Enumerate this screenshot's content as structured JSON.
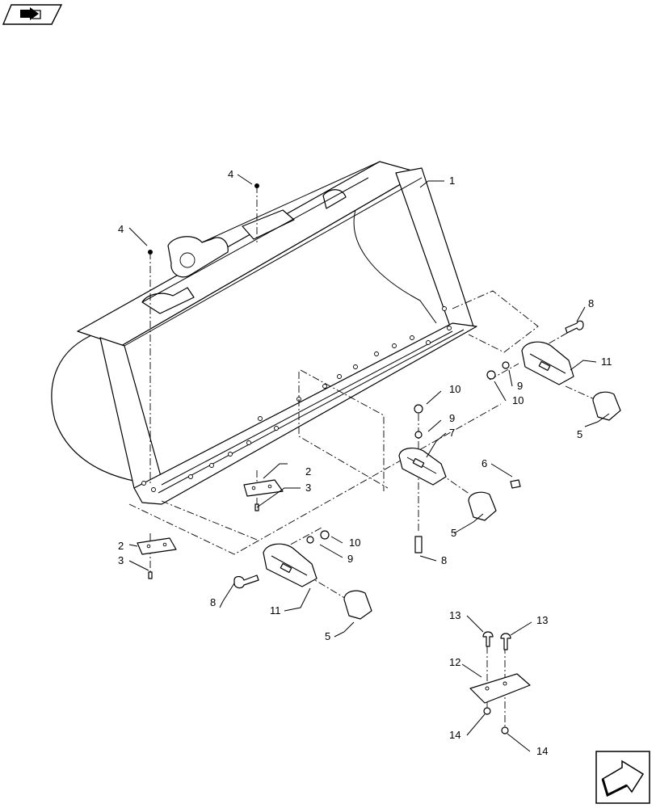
{
  "callouts": [
    {
      "id": "c1",
      "label": "1"
    },
    {
      "id": "c2a",
      "label": "2"
    },
    {
      "id": "c2b",
      "label": "2"
    },
    {
      "id": "c3a",
      "label": "3"
    },
    {
      "id": "c3b",
      "label": "3"
    },
    {
      "id": "c4a",
      "label": "4"
    },
    {
      "id": "c4b",
      "label": "4"
    },
    {
      "id": "c5a",
      "label": "5"
    },
    {
      "id": "c5b",
      "label": "5"
    },
    {
      "id": "c5c",
      "label": "5"
    },
    {
      "id": "c6",
      "label": "6"
    },
    {
      "id": "c7",
      "label": "7"
    },
    {
      "id": "c8a",
      "label": "8"
    },
    {
      "id": "c8b",
      "label": "8"
    },
    {
      "id": "c8c",
      "label": "8"
    },
    {
      "id": "c9a",
      "label": "9"
    },
    {
      "id": "c9b",
      "label": "9"
    },
    {
      "id": "c9c",
      "label": "9"
    },
    {
      "id": "c10a",
      "label": "10"
    },
    {
      "id": "c10b",
      "label": "10"
    },
    {
      "id": "c10c",
      "label": "10"
    },
    {
      "id": "c11a",
      "label": "11"
    },
    {
      "id": "c11b",
      "label": "11"
    },
    {
      "id": "c12",
      "label": "12"
    },
    {
      "id": "c13a",
      "label": "13"
    },
    {
      "id": "c13b",
      "label": "13"
    },
    {
      "id": "c14a",
      "label": "14"
    },
    {
      "id": "c14b",
      "label": "14"
    }
  ],
  "icons": {
    "corner_badge": "book-arrow-icon",
    "navigation": "next-page-arrow-icon"
  },
  "colors": {
    "line": "#000000",
    "background": "#ffffff"
  }
}
